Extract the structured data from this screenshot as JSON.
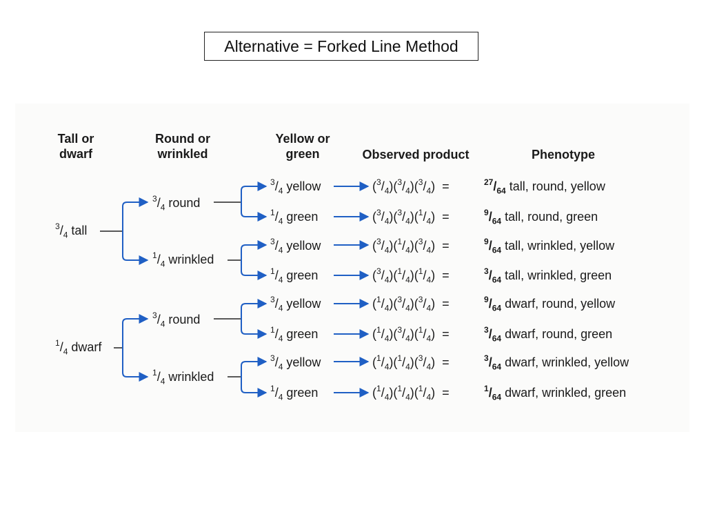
{
  "title": "Alternative = Forked Line Method",
  "headers": {
    "col1": [
      "Tall or",
      "dwarf"
    ],
    "col2": [
      "Round or",
      "wrinkled"
    ],
    "col3": [
      "Yellow or",
      "green"
    ],
    "col4": "Observed product",
    "col5": "Phenotype"
  },
  "level1": [
    {
      "num": "3",
      "den": "4",
      "label": "tall"
    },
    {
      "num": "1",
      "den": "4",
      "label": "dwarf"
    }
  ],
  "level2": [
    {
      "num": "3",
      "den": "4",
      "label": "round"
    },
    {
      "num": "1",
      "den": "4",
      "label": "wrinkled"
    },
    {
      "num": "3",
      "den": "4",
      "label": "round"
    },
    {
      "num": "1",
      "den": "4",
      "label": "wrinkled"
    }
  ],
  "rows": [
    {
      "num": "3",
      "den": "4",
      "label": "yellow",
      "product": [
        [
          "3",
          "4"
        ],
        [
          "3",
          "4"
        ],
        [
          "3",
          "4"
        ]
      ],
      "result_num": "27",
      "result_den": "64",
      "phenotype": "tall, round, yellow"
    },
    {
      "num": "1",
      "den": "4",
      "label": "green",
      "product": [
        [
          "3",
          "4"
        ],
        [
          "3",
          "4"
        ],
        [
          "1",
          "4"
        ]
      ],
      "result_num": "9",
      "result_den": "64",
      "phenotype": "tall, round, green"
    },
    {
      "num": "3",
      "den": "4",
      "label": "yellow",
      "product": [
        [
          "3",
          "4"
        ],
        [
          "1",
          "4"
        ],
        [
          "3",
          "4"
        ]
      ],
      "result_num": "9",
      "result_den": "64",
      "phenotype": "tall, wrinkled, yellow"
    },
    {
      "num": "1",
      "den": "4",
      "label": "green",
      "product": [
        [
          "3",
          "4"
        ],
        [
          "1",
          "4"
        ],
        [
          "1",
          "4"
        ]
      ],
      "result_num": "3",
      "result_den": "64",
      "phenotype": "tall, wrinkled, green"
    },
    {
      "num": "3",
      "den": "4",
      "label": "yellow",
      "product": [
        [
          "1",
          "4"
        ],
        [
          "3",
          "4"
        ],
        [
          "3",
          "4"
        ]
      ],
      "result_num": "9",
      "result_den": "64",
      "phenotype": "dwarf, round, yellow"
    },
    {
      "num": "1",
      "den": "4",
      "label": "green",
      "product": [
        [
          "1",
          "4"
        ],
        [
          "3",
          "4"
        ],
        [
          "1",
          "4"
        ]
      ],
      "result_num": "3",
      "result_den": "64",
      "phenotype": "dwarf, round, green"
    },
    {
      "num": "3",
      "den": "4",
      "label": "yellow",
      "product": [
        [
          "1",
          "4"
        ],
        [
          "1",
          "4"
        ],
        [
          "3",
          "4"
        ]
      ],
      "result_num": "3",
      "result_den": "64",
      "phenotype": "dwarf, wrinkled, yellow"
    },
    {
      "num": "1",
      "den": "4",
      "label": "green",
      "product": [
        [
          "1",
          "4"
        ],
        [
          "1",
          "4"
        ],
        [
          "1",
          "4"
        ]
      ],
      "result_num": "1",
      "result_den": "64",
      "phenotype": "dwarf, wrinkled, green"
    }
  ],
  "equals": "=",
  "colors": {
    "arrow": "#1f5fc4",
    "text": "#1a1a1a",
    "line": "#222222"
  }
}
